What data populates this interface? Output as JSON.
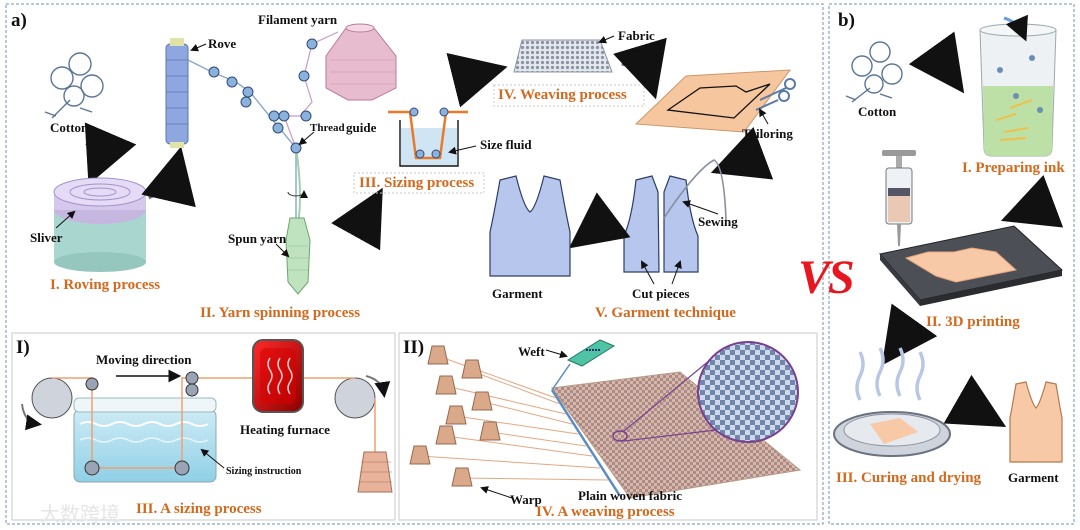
{
  "panels": {
    "a": "a)",
    "b": "b)",
    "sub1": "I)",
    "sub2": "II)"
  },
  "vs": "VS",
  "labels": {
    "cotton_a": "Cotton",
    "sliver": "Sliver",
    "rove": "Rove",
    "filament_yarn": "Filament yarn",
    "thread_guide_1": "Thread",
    "thread_guide_2": "guide",
    "spun_yarn": "Spun yarn",
    "size_fluid": "Size fluid",
    "fabric": "Fabric",
    "tailoring": "Tailoring",
    "sewing": "Sewing",
    "cut_pieces": "Cut pieces",
    "garment_a": "Garment",
    "moving_direction": "Moving direction",
    "heating_furnace": "Heating furnace",
    "sizing_instruction": "Sizing instruction",
    "weft": "Weft",
    "warp": "Warp",
    "plain_woven_fabric": "Plain woven fabric",
    "cotton_b": "Cotton",
    "garment_b": "Garment"
  },
  "processes": {
    "roving": "I. Roving process",
    "yarn_spinning": "II. Yarn spinning process",
    "sizing": "III. Sizing process",
    "weaving": "IV. Weaving process",
    "garment_technique": "V. Garment technique",
    "a_sizing": "III. A sizing process",
    "a_weaving": "IV. A weaving process",
    "preparing_ink": "I. Preparing ink",
    "printing_3d": "II. 3D printing",
    "curing_drying": "III. Curing and drying"
  },
  "watermark": "大数跨境",
  "colors": {
    "process_orange": "#d2691e",
    "panel_border": "#6f8fb8",
    "vs_red": "#e8161e",
    "arrow_gray": "#6e6e6e",
    "garment_blue": "#b6c6ec",
    "garment_peach": "#f8c9a6"
  }
}
